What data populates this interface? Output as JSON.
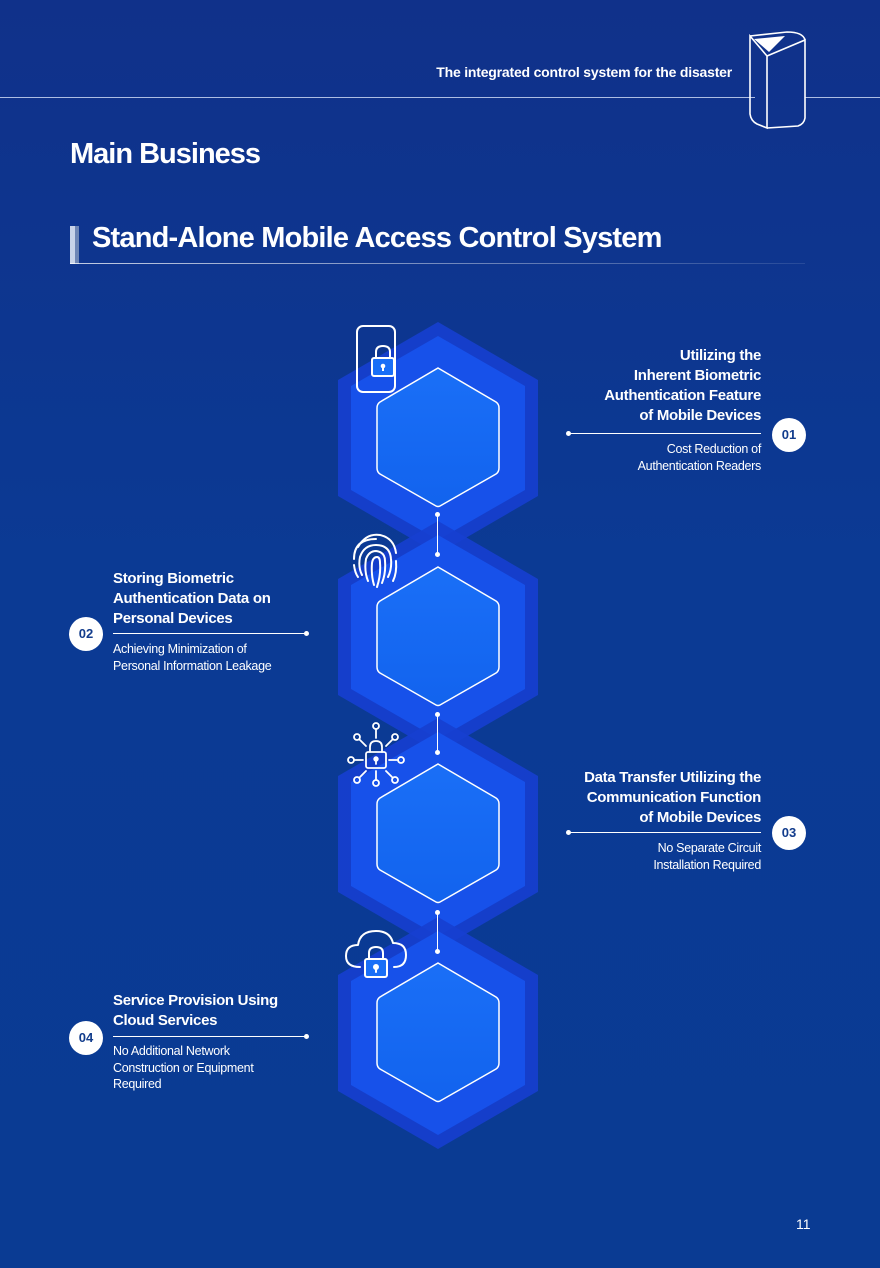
{
  "header": {
    "tagline": "The integrated control system for the disaster"
  },
  "page": {
    "main_title": "Main Business",
    "section_title": "Stand-Alone Mobile Access Control System",
    "page_number": "11"
  },
  "items": [
    {
      "number": "01",
      "title_lines": [
        "Utilizing the",
        "Inherent Biometric",
        "Authentication Feature",
        "of Mobile Devices"
      ],
      "sub_lines": [
        "Cost Reduction of",
        "Authentication Readers"
      ],
      "icon": "mobile-lock-icon"
    },
    {
      "number": "02",
      "title_lines": [
        "Storing Biometric",
        "Authentication Data on",
        "Personal Devices"
      ],
      "sub_lines": [
        "Achieving Minimization of",
        "Personal Information Leakage"
      ],
      "icon": "fingerprint-icon"
    },
    {
      "number": "03",
      "title_lines": [
        "Data Transfer Utilizing the",
        "Communication Function",
        "of Mobile Devices"
      ],
      "sub_lines": [
        "No Separate Circuit",
        "Installation Required"
      ],
      "icon": "network-lock-icon"
    },
    {
      "number": "04",
      "title_lines": [
        "Service Provision Using",
        "Cloud Services"
      ],
      "sub_lines": [
        "No Additional Network",
        "Construction or Equipment",
        "Required"
      ],
      "icon": "cloud-lock-icon"
    }
  ],
  "colors": {
    "background": "#0b3a94",
    "hex_outer": "#1a4fe0",
    "hex_mid": "#1658f0",
    "hex_inner": "#1b6af5",
    "accent_white": "#ffffff"
  }
}
